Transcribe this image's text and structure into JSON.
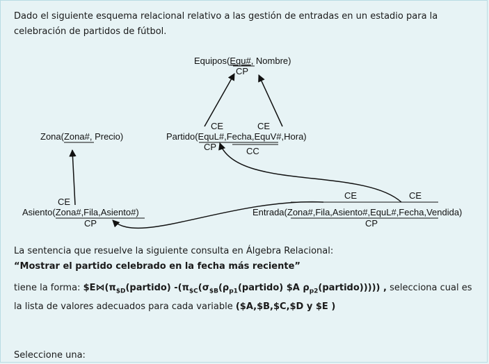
{
  "intro": "Dado el siguiente esquema relacional relativo a las gestión de entradas en un estadio para la celebración de partidos de fútbol.",
  "diagram": {
    "equipos": {
      "name": "Equipos(",
      "key": "Equ#",
      "rest": ", Nombre)",
      "cp": "CP"
    },
    "partido": {
      "name": "Partido(",
      "keys": "EquL#,Fecha,EquV#",
      "rest": ",Hora)",
      "ce1": "CE",
      "ce2": "CE",
      "cp": "CP",
      "cc": "CC"
    },
    "zona": {
      "name": "Zona(",
      "key": "Zona#",
      "rest": ", Precio)"
    },
    "asiento": {
      "name": "Asiento(",
      "keys": "Zona#,Fila,Asiento#",
      "rest": ")",
      "ce": "CE",
      "cp": "CP"
    },
    "entrada": {
      "name": "Entrada(",
      "keys": "Zona#,Fila,Asiento#,EquL#,Fecha",
      "rest": ",Vendida)",
      "ce1": "CE",
      "ce2": "CE",
      "cp": "CP"
    }
  },
  "question": {
    "line1": "La sentencia que resuelve la siguiente consulta en Álgebra Relacional:",
    "line2": "“Mostrar el partido celebrado en la fecha más reciente”",
    "prefix": "tiene la forma: ",
    "formula_a": "$E⋈(π",
    "sub_d": "$D",
    "formula_b": "(partido) -(π",
    "sub_c": "$C",
    "formula_c": "(σ",
    "sub_b": "$B",
    "formula_d": "(ρ",
    "sub_p1": "p1",
    "formula_e": "(partido) $A ρ",
    "sub_p2": "p2",
    "formula_f": "(partido))))) ,",
    "middle": " selecciona cual es la lista de valores adecuados para cada variable ",
    "vars": "($A,$B,$C,$D y $E )"
  },
  "select_prompt": "Seleccione una:"
}
